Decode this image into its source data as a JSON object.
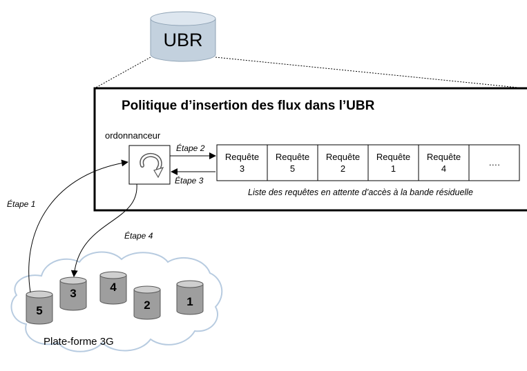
{
  "ubr": {
    "label": "UBR"
  },
  "panel": {
    "title": "Politique d’insertion des flux dans l’UBR"
  },
  "scheduler": {
    "label": "ordonnanceur"
  },
  "steps": {
    "step1": "Étape 1",
    "step2": "Étape 2",
    "step3": "Étape 3",
    "step4": "Étape 4"
  },
  "queue": {
    "cells": [
      {
        "line1": "Requête",
        "line2": "3"
      },
      {
        "line1": "Requête",
        "line2": "5"
      },
      {
        "line1": "Requête",
        "line2": "2"
      },
      {
        "line1": "Requête",
        "line2": "1"
      },
      {
        "line1": "Requête",
        "line2": "4"
      },
      {
        "line1": "….",
        "line2": ""
      }
    ],
    "caption": "Liste des requêtes en attente d’accès à la bande résiduelle"
  },
  "platform": {
    "label": "Plate-forme 3G",
    "cylinders": [
      "5",
      "3",
      "4",
      "2",
      "1"
    ]
  },
  "colors": {
    "cylinder_body": "#9e9e9e",
    "cylinder_top": "#cfcfcf",
    "ubr_body": "#c3d1de",
    "ubr_top": "#dde6ef",
    "cloud_stroke": "#b7cbe0",
    "line": "#000000"
  }
}
